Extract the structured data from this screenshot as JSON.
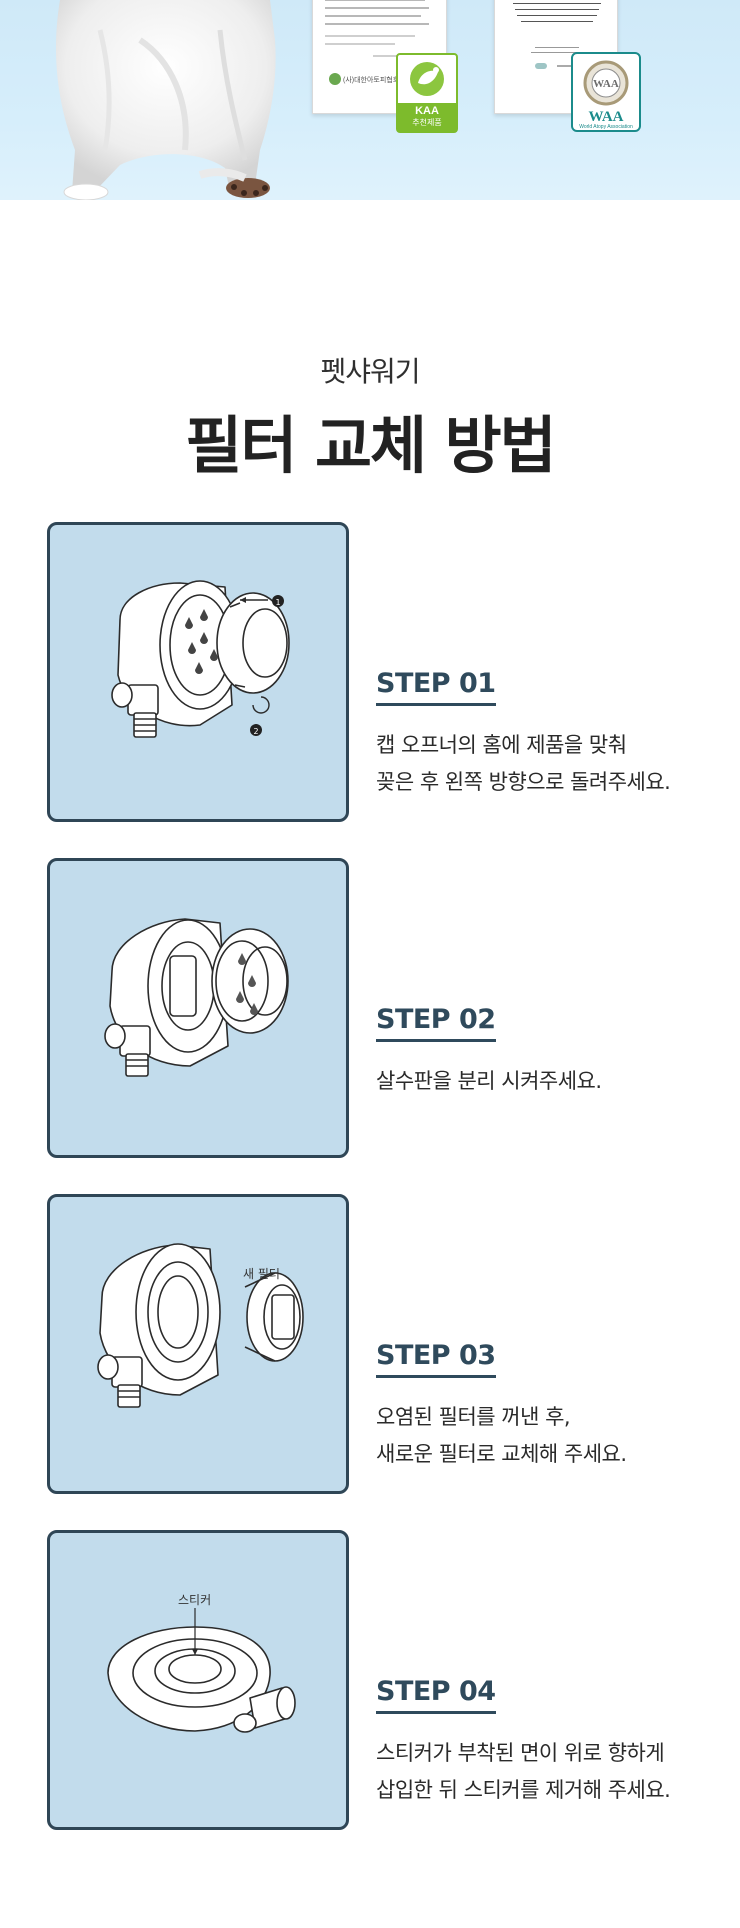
{
  "hero": {
    "kaa_badge": {
      "name": "KAA",
      "caption": "추천제품"
    },
    "waa_badge": {
      "name": "WAA",
      "caption": "World Atopy Association"
    },
    "cert_left_org": "(사)대한아토피협회",
    "colors": {
      "background": "#d4ecfa",
      "kaa_green": "#7dbb2c",
      "waa_teal": "#1b8b8b"
    }
  },
  "heading": {
    "subtitle": "펫샤워기",
    "title": "필터 교체 방법"
  },
  "steps": [
    {
      "label": "STEP 01",
      "lines": [
        "캡 오프너의 홈에 제품을 맞춰",
        "꽂은 후 왼쪽 방향으로 돌려주세요."
      ],
      "markers": [
        "1",
        "2"
      ]
    },
    {
      "label": "STEP 02",
      "lines": [
        "살수판을 분리 시켜주세요."
      ]
    },
    {
      "label": "STEP 03",
      "lines": [
        "오염된 필터를 꺼낸 후,",
        "새로운 필터로 교체해 주세요."
      ],
      "note": "새 필터"
    },
    {
      "label": "STEP 04",
      "lines": [
        "스티커가 부착된 면이 위로 향하게",
        "삽입한 뒤 스티커를 제거해 주세요."
      ],
      "note": "스티커"
    }
  ],
  "colors": {
    "panel_bg": "#c2dcec",
    "panel_border": "#2f4656",
    "step_label": "#2f4a5c"
  }
}
